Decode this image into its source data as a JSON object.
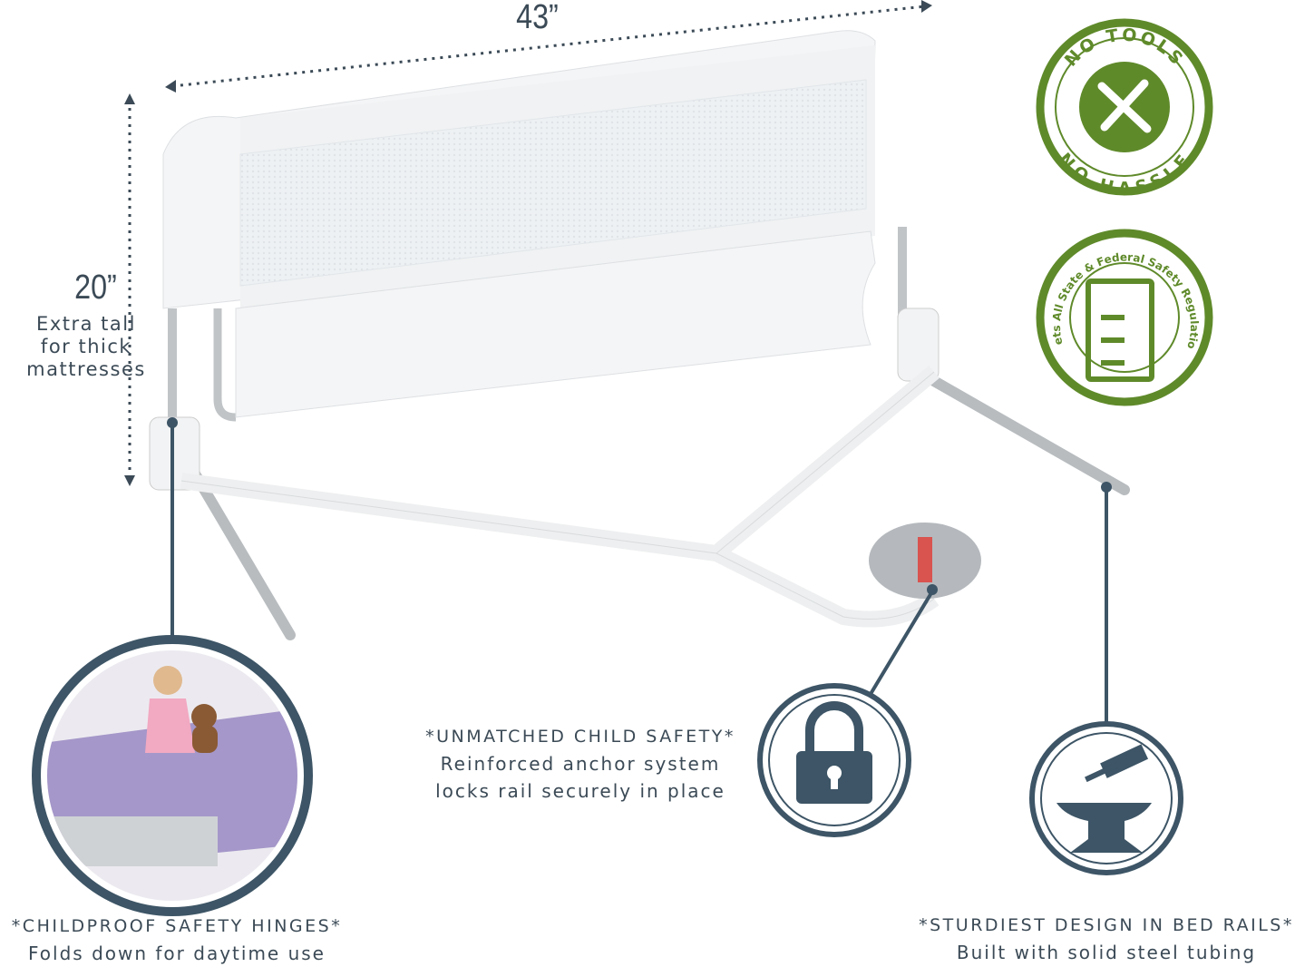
{
  "dimensions": {
    "width": "43”",
    "height": "20”",
    "height_note": [
      "Extra tall",
      "for thick",
      "mattresses"
    ]
  },
  "badges": {
    "no_tools": {
      "top": "NO TOOLS",
      "bottom": "NO HASSLE"
    },
    "regulations": {
      "text": "Meets All State & Federal Safety Regulations"
    }
  },
  "features": [
    {
      "heading": "*CHILDPROOF SAFETY HINGES*",
      "text": "Folds down for daytime use",
      "icon": "child-on-bed-photo"
    },
    {
      "heading": "*UNMATCHED CHILD SAFETY*",
      "text": [
        "Reinforced anchor system",
        "locks rail securely in place"
      ],
      "icon": "padlock-icon"
    },
    {
      "heading": "*STURDIEST DESIGN IN BED RAILS*",
      "text": "Built with solid steel tubing",
      "icon": "anvil-hammer-icon"
    }
  ],
  "colors": {
    "navy": "#3d5566",
    "green": "#5f8a2a",
    "text": "#3b4a56"
  }
}
